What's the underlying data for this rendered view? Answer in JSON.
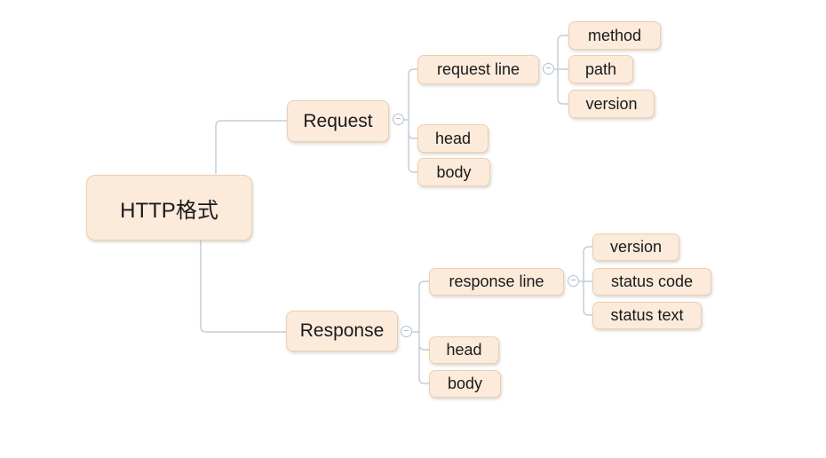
{
  "nodes": {
    "root": {
      "label": "HTTP格式"
    },
    "request": {
      "label": "Request"
    },
    "request_line": {
      "label": "request line"
    },
    "method": {
      "label": "method"
    },
    "path": {
      "label": "path"
    },
    "req_version": {
      "label": "version"
    },
    "req_head": {
      "label": "head"
    },
    "req_body": {
      "label": "body"
    },
    "response": {
      "label": "Response"
    },
    "response_line": {
      "label": "response line"
    },
    "resp_version": {
      "label": "version"
    },
    "status_code": {
      "label": "status code"
    },
    "status_text": {
      "label": "status text"
    },
    "resp_head": {
      "label": "head"
    },
    "resp_body": {
      "label": "body"
    }
  },
  "tree": {
    "label": "HTTP格式",
    "children": [
      {
        "label": "Request",
        "children": [
          {
            "label": "request line",
            "children": [
              {
                "label": "method"
              },
              {
                "label": "path"
              },
              {
                "label": "version"
              }
            ]
          },
          {
            "label": "head"
          },
          {
            "label": "body"
          }
        ]
      },
      {
        "label": "Response",
        "children": [
          {
            "label": "response line",
            "children": [
              {
                "label": "version"
              },
              {
                "label": "status code"
              },
              {
                "label": "status text"
              }
            ]
          },
          {
            "label": "head"
          },
          {
            "label": "body"
          }
        ]
      }
    ]
  },
  "icons": {
    "collapse_glyph": "−",
    "collapse_name": "minus-circle-icon"
  },
  "colors": {
    "background": "#ffffff",
    "node_fill": "#fcebdb",
    "node_border": "#eccfb0",
    "node_text": "#1a1a1a",
    "connector": "#c3ced9",
    "collapse_border": "#b3bfca",
    "collapse_glyph": "#9aa7b3"
  }
}
